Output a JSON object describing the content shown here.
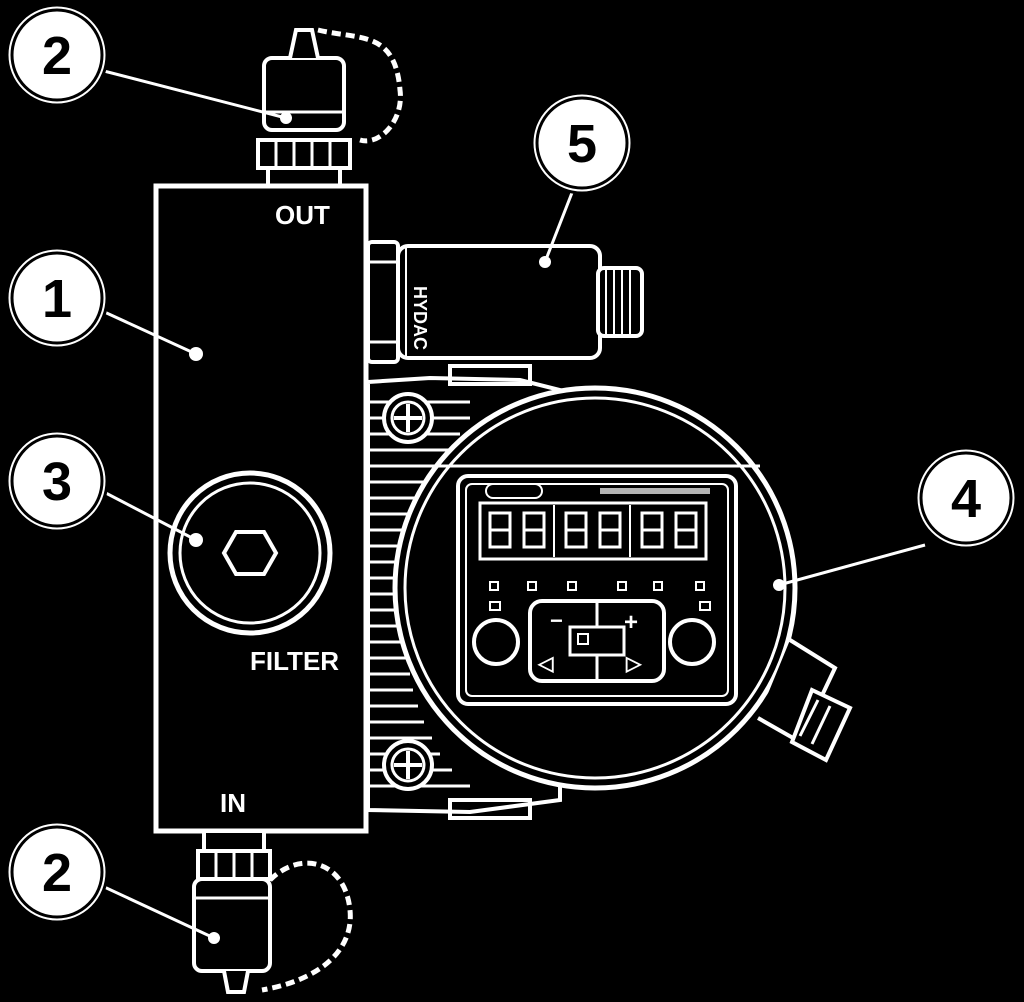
{
  "labels": {
    "out": "OUT",
    "in": "IN",
    "filter": "FILTER",
    "sensor_brand": "HYDAC"
  },
  "callouts": [
    {
      "id": "c1",
      "number": "1"
    },
    {
      "id": "c2_top",
      "number": "2"
    },
    {
      "id": "c2_bottom",
      "number": "2"
    },
    {
      "id": "c3",
      "number": "3"
    },
    {
      "id": "c4",
      "number": "4"
    },
    {
      "id": "c5",
      "number": "5"
    }
  ],
  "display": {
    "digits": "88.88.88",
    "minus_key": "−",
    "plus_key": "+",
    "left_key": "◁",
    "right_key": "▷"
  },
  "colors": {
    "background": "#000000",
    "line": "#ffffff"
  }
}
